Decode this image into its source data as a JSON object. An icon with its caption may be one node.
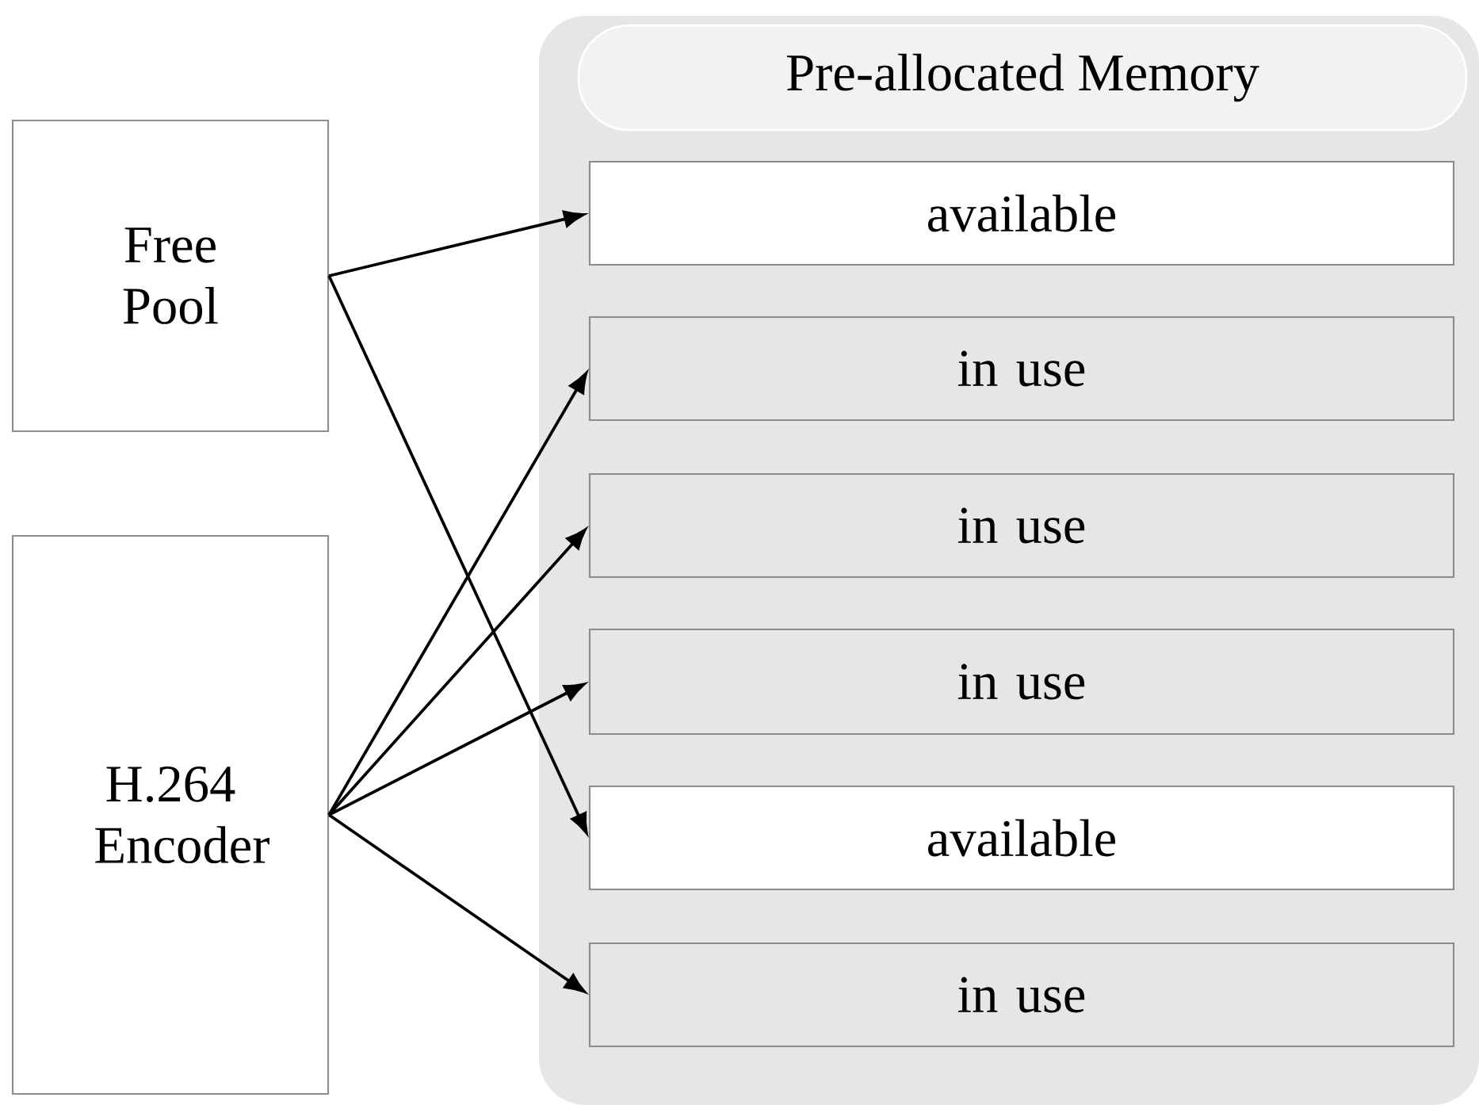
{
  "diagram": {
    "nodes": [
      {
        "text": [
          "Free Pool"
        ]
      },
      {
        "text": [
          "H.264 Encoder"
        ]
      },
      {
        "text": [
          "Pre-allocated Memory"
        ]
      },
      {
        "text": [
          "available"
        ],
        "in": 2
      },
      {
        "text": [
          "in use"
        ],
        "in": 2
      },
      {
        "text": [
          "in use"
        ],
        "in": 2
      },
      {
        "text": [
          "in use"
        ],
        "in": 2
      },
      {
        "text": [
          "available"
        ],
        "in": 2
      },
      {
        "text": [
          "in use"
        ],
        "in": 2
      }
    ],
    "edges": [
      {
        "from": 0,
        "to": 3,
        "arrow": "to"
      },
      {
        "from": 0,
        "to": 7,
        "arrow": "to"
      },
      {
        "from": 1,
        "to": 4,
        "arrow": "to"
      },
      {
        "from": 1,
        "to": 5,
        "arrow": "to"
      },
      {
        "from": 1,
        "to": 6,
        "arrow": "to"
      },
      {
        "from": 1,
        "to": 8,
        "arrow": "to"
      }
    ]
  }
}
